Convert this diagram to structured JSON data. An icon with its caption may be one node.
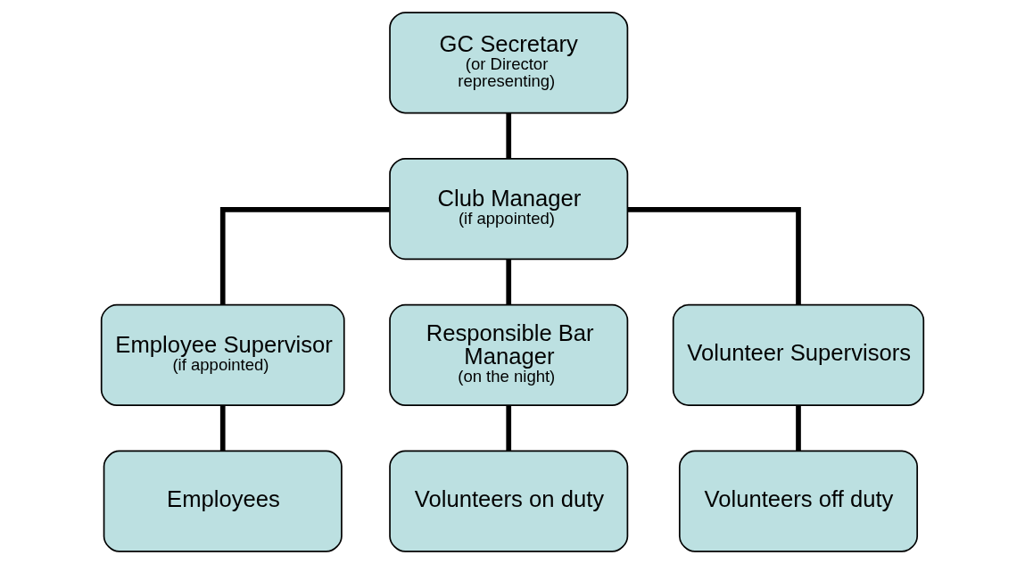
{
  "diagram": {
    "nodes": [
      {
        "text": [
          "GC Secretary",
          "(or Director representing)"
        ]
      },
      {
        "text": [
          "Club Manager",
          "(if appointed)"
        ]
      },
      {
        "text": [
          "Employee Supervisor",
          "(if appointed)"
        ]
      },
      {
        "text": [
          "Responsible Bar Manager",
          "(on the night)"
        ]
      },
      {
        "text": [
          "Volunteer Supervisors"
        ]
      },
      {
        "text": [
          "Employees"
        ]
      },
      {
        "text": [
          "Volunteers on duty"
        ]
      },
      {
        "text": [
          "Volunteers off duty"
        ]
      }
    ],
    "edges": [
      {
        "from": 0,
        "to": 1,
        "arrow": "none"
      },
      {
        "from": 1,
        "to": 2,
        "arrow": "none"
      },
      {
        "from": 1,
        "to": 3,
        "arrow": "none"
      },
      {
        "from": 1,
        "to": 4,
        "arrow": "none"
      },
      {
        "from": 2,
        "to": 5,
        "arrow": "none"
      },
      {
        "from": 3,
        "to": 6,
        "arrow": "none"
      },
      {
        "from": 4,
        "to": 7,
        "arrow": "none"
      }
    ]
  }
}
